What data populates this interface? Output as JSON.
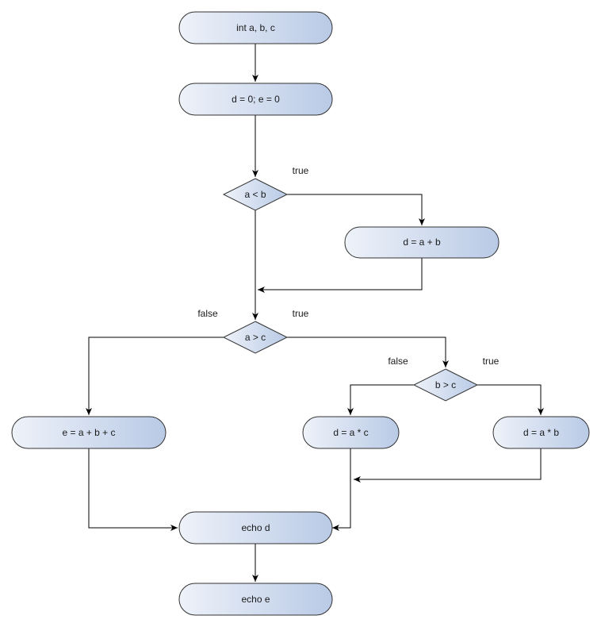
{
  "colors": {
    "node_fill_start": "#eef2f9",
    "node_fill_end": "#b9cae6",
    "stroke": "#333333",
    "arrow": "#000000"
  },
  "nodes": {
    "decl": "int a, b, c",
    "init": "d = 0; e = 0",
    "cond_a_lt_b": "a < b",
    "d_sum": "d = a + b",
    "cond_a_gt_c": "a > c",
    "cond_b_gt_c": "b > c",
    "e_sum": "e = a + b + c",
    "d_ac": "d = a * c",
    "d_ab": "d = a * b",
    "echo_d": "echo d",
    "echo_e": "echo e"
  },
  "edge_labels": {
    "a_lt_b_true": "true",
    "a_gt_c_false": "false",
    "a_gt_c_true": "true",
    "b_gt_c_false": "false",
    "b_gt_c_true": "true"
  }
}
